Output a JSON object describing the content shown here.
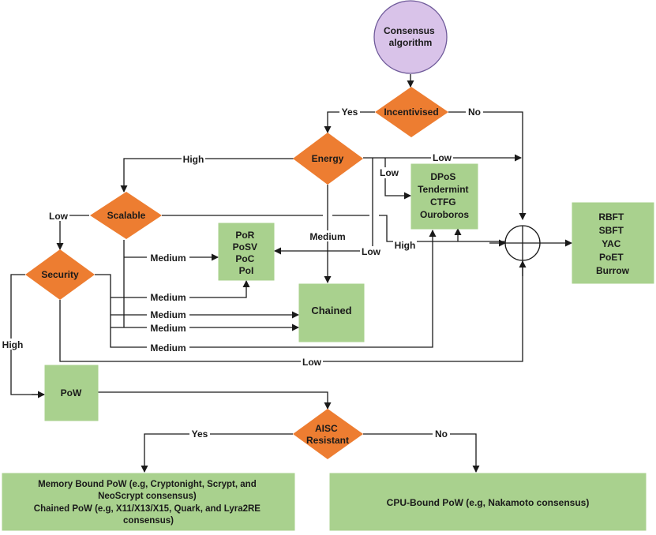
{
  "nodes": {
    "start": [
      "Consensus",
      "algorithm"
    ],
    "incentivised": [
      "Incentivised"
    ],
    "energy": [
      "Energy"
    ],
    "scalable": [
      "Scalable"
    ],
    "security": [
      "Security"
    ],
    "aisc": [
      "AISC",
      "Resistant"
    ],
    "dpos_box": [
      "DPoS",
      "Tendermint",
      "CTFG",
      "Ouroboros"
    ],
    "por_box": [
      "PoR",
      "PoSV",
      "PoC",
      "PoI"
    ],
    "chained_box": [
      "Chained"
    ],
    "rbft_box": [
      "RBFT",
      "SBFT",
      "YAC",
      "PoET",
      "Burrow"
    ],
    "pow_box": [
      "PoW"
    ],
    "memory_box": [
      "Memory Bound PoW (e.g, Cryptonight, Scrypt, and",
      "NeoScrypt consensus)",
      "Chained PoW (e.g, X11/X13/X15, Quark, and Lyra2RE",
      "consensus)"
    ],
    "cpu_box": [
      "CPU-Bound PoW (e.g, Nakamoto consensus)"
    ]
  },
  "edges": {
    "yes": "Yes",
    "no": "No",
    "high": "High",
    "low": "Low",
    "medium": "Medium"
  },
  "colors": {
    "box_fill": "#a9d18e",
    "decision_fill": "#ed7d31",
    "start_fill": "#d9c3e9",
    "line": "#1a1a1a"
  }
}
